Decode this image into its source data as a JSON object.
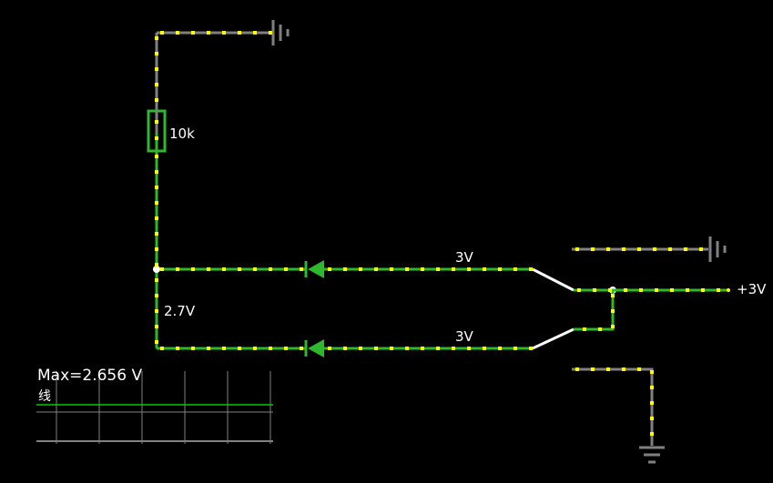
{
  "circuit": {
    "resistor_label": "10k",
    "node_voltage_label": "2.7V",
    "diode_top_voltage_label": "3V",
    "diode_bottom_voltage_label": "3V",
    "supply_label": "+3V"
  },
  "scope": {
    "max_readout": "Max=2.656 V",
    "channel_label": "线"
  },
  "colors": {
    "background": "#000000",
    "wire_off": "#808080",
    "wire_active": "#2db82d",
    "current_dot": "#ffff00",
    "component_outline": "#ffffff",
    "scope_grid": "#808080",
    "scope_trace": "#00cc00"
  }
}
